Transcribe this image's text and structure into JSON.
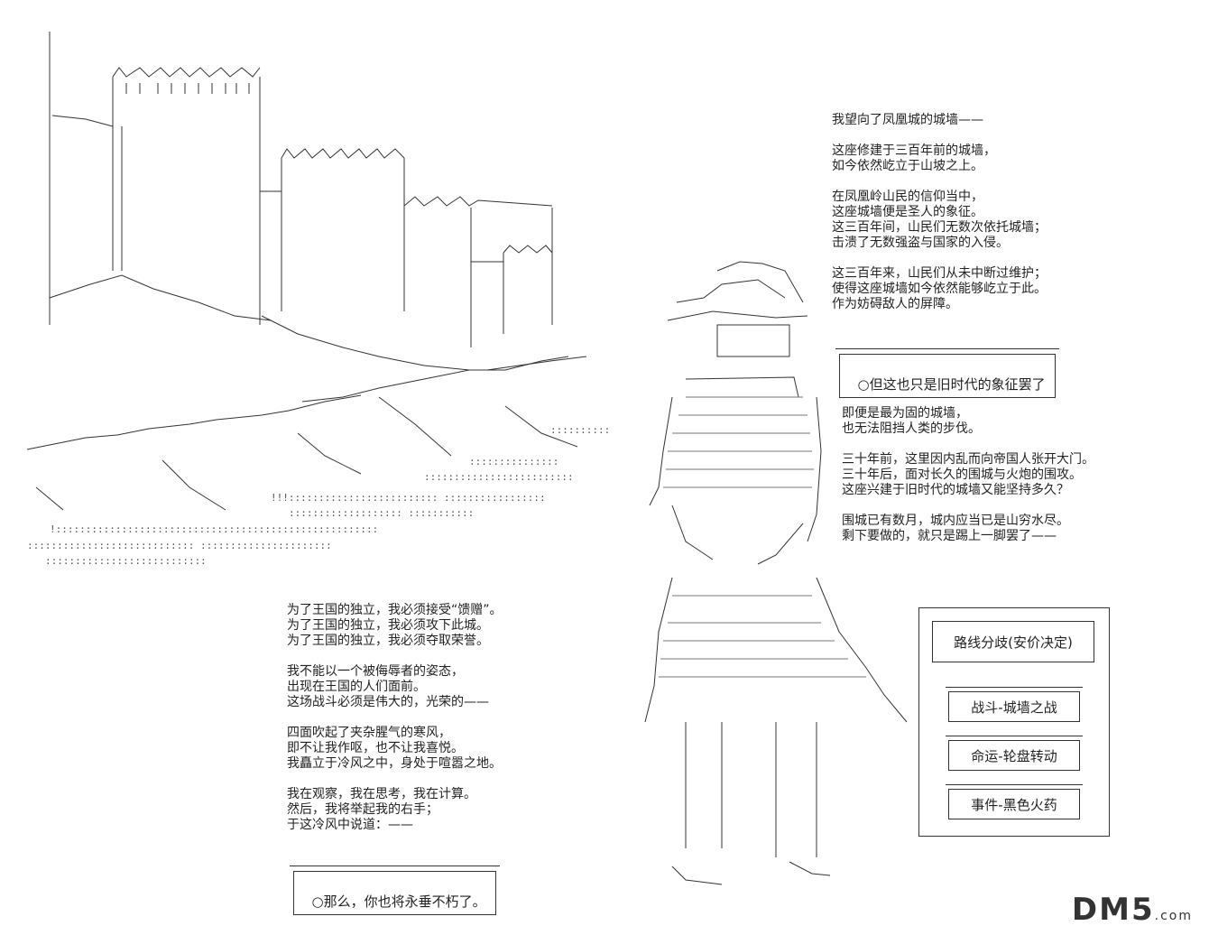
{
  "narration_top_right": [
    "我望向了凤凰城的城墙——",
    "",
    "这座修建于三百年前的城墙，",
    "如今依然屹立于山坡之上。",
    "",
    "在凤凰岭山民的信仰当中，",
    "这座城墙便是圣人的象征。",
    "这三百年间，山民们无数次依托城墙；",
    "击溃了无数强盗与国家的入侵。",
    "",
    "这三百年来，山民们从未中断过维护；",
    "使得这座城墙如今依然能够屹立于此。",
    "作为妨碍敌人的屏障。"
  ],
  "quote_but": "○但这也只是旧时代的象征罢了",
  "narration_mid_right": [
    "即便是最为固的城墙，",
    "也无法阻挡人类的步伐。",
    "",
    "三十年前，这里因内乱而向帝国人张开大门。",
    "三十年后，面对长久的围城与火炮的围攻。",
    "这座兴建于旧时代的城墙又能坚持多久？",
    "",
    "围城已有数月，城内应当已是山穷水尽。",
    "剩下要做的，就只是踢上一脚罢了——"
  ],
  "narration_bottom_left": [
    "为了王国的独立，我必须接受“馈赠”。",
    "为了王国的独立，我必须攻下此城。",
    "为了王国的独立，我必须夺取荣誉。",
    "",
    "我不能以一个被侮辱者的姿态，",
    "出现在王国的人们面前。",
    "这场战斗必须是伟大的，光荣的——",
    "",
    "四面吹起了夹杂腥气的寒风，",
    "即不让我作呕，也不让我喜悦。",
    "我矗立于冷风之中，身处于喧嚣之地。",
    "",
    "我在观察，我在思考，我在计算。",
    "然后，我将举起我的右手；",
    "于这冷风中说道：——"
  ],
  "quote_immortal": "○那么，你也将永垂不朽了。",
  "choices": {
    "title": "路线分歧(安价决定)",
    "options": [
      "战斗-城墙之战",
      "命运-轮盘转动",
      "事件-黑色火药"
    ]
  },
  "watermark": {
    "main": "DM5",
    "suffix": ".com"
  }
}
